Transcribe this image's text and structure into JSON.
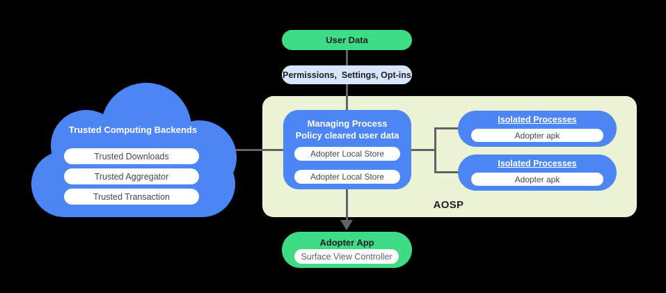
{
  "colors": {
    "node_green": "#3edc85",
    "node_blue": "#4c86f5",
    "node_light_blue": "#d7e6fb",
    "aosp_bg": "#ecf3d4",
    "connector_gray": "#5f6368",
    "text_dark": "#202124",
    "text_medium": "#44484c",
    "text_gray": "#5f6368",
    "canvas_bg": "#000000"
  },
  "nodes": {
    "user_data": {
      "label": "User Data"
    },
    "permissions": {
      "label": "Permissions,  Settings, Opt-ins"
    },
    "trusted_cloud": {
      "title": "Trusted Computing Backends",
      "items": [
        "Trusted Downloads",
        "Trusted Aggregator",
        "Trusted Transaction"
      ]
    },
    "aosp": {
      "label": "AOSP"
    },
    "managing_process": {
      "title_line1": "Managing Process",
      "title_line2": "Policy cleared user data",
      "items": [
        "Adopter Local Store",
        "Adopter Local Store"
      ]
    },
    "isolated_processes": [
      {
        "title": "Isolated Processes",
        "item": "Adopter apk"
      },
      {
        "title": "Isolated Processes",
        "item": "Adopter apk"
      }
    ],
    "adopter_app": {
      "title": "Adopter App",
      "item": "Surface View Controller"
    }
  }
}
